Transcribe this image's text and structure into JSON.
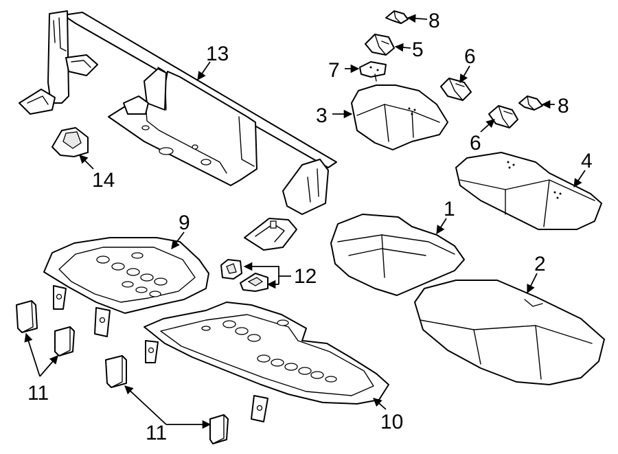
{
  "callouts": {
    "c1": "1",
    "c2": "2",
    "c3": "3",
    "c4": "4",
    "c5": "5",
    "c6a": "6",
    "c6b": "6",
    "c7": "7",
    "c8a": "8",
    "c8b": "8",
    "c9": "9",
    "c10": "10",
    "c11a": "11",
    "c11b": "11",
    "c12": "12",
    "c13": "13",
    "c14": "14"
  }
}
